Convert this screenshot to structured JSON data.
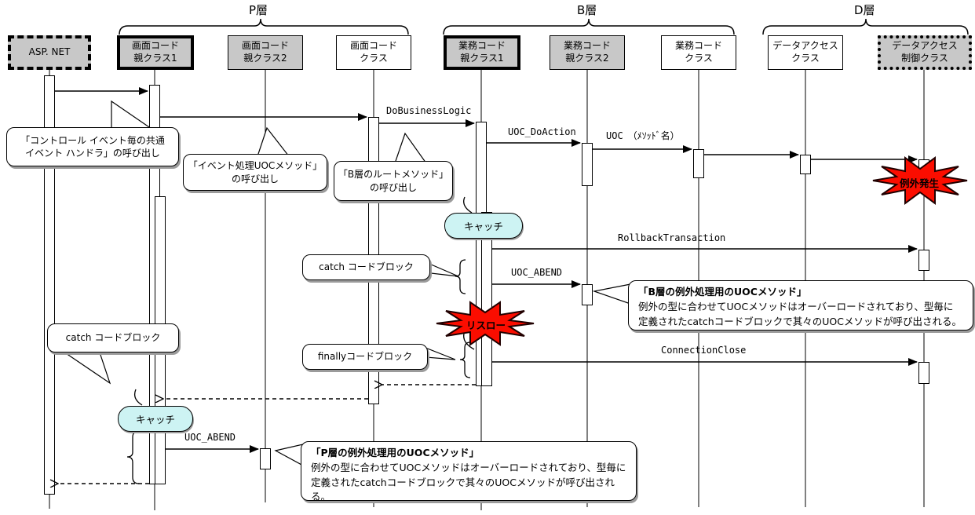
{
  "layers": [
    {
      "label": "P層"
    },
    {
      "label": "B層"
    },
    {
      "label": "D層"
    }
  ],
  "lifelines": [
    {
      "label": "ASP. NET"
    },
    {
      "label": "画面コード\n親クラス1"
    },
    {
      "label": "画面コード\n親クラス2"
    },
    {
      "label": "画面コード\nクラス"
    },
    {
      "label": "業務コード\n親クラス1"
    },
    {
      "label": "業務コード\n親クラス2"
    },
    {
      "label": "業務コード\nクラス"
    },
    {
      "label": "データアクセス\nクラス"
    },
    {
      "label": "データアクセス\n制御クラス"
    }
  ],
  "messages": [
    {
      "label": "DoBusinessLogic"
    },
    {
      "label": "UOC_DoAction"
    },
    {
      "label": "UOC　（ﾒｿｯﾄﾞ名）"
    },
    {
      "label": "RollbackTransaction"
    },
    {
      "label": "UOC_ABEND"
    },
    {
      "label": "ConnectionClose"
    },
    {
      "label": "UOC_ABEND"
    }
  ],
  "callouts": [
    {
      "text": "「コントロール イベント毎の共通\nイベント ハンドラ」の呼び出し"
    },
    {
      "text": "「イベント処理UOCメソッド」\nの呼び出し"
    },
    {
      "text": "「B層のルートメソッド」\nの呼び出し"
    },
    {
      "text": "catch コードブロック"
    },
    {
      "text": "finallyコードブロック"
    },
    {
      "text": "catch コードブロック"
    },
    {
      "title": "「B層の例外処理用のUOCメソッド」",
      "body": "例外の型に合わせてUOCメソッドはオーバーロードされており、型毎に\n定義されたcatchコードブロックで其々のUOCメソッドが呼び出される。"
    },
    {
      "title": "「P層の例外処理用のUOCメソッド」",
      "body": "例外の型に合わせてUOCメソッドはオーバーロードされており、型毎に\n定義されたcatchコードブロックで其々のUOCメソッドが呼び出される。"
    }
  ],
  "catch_bubbles": [
    {
      "label": "キャッチ"
    },
    {
      "label": "キャッチ"
    }
  ],
  "stars": [
    {
      "label": "例外発生"
    },
    {
      "label": "リスロー"
    }
  ],
  "colors": {
    "box_gray": "#c8c8c8",
    "catch_fill": "#cdf3f3",
    "star_red": "#fb0d00",
    "shadow_gray": "#9b9b9b",
    "line_black": "#000000"
  }
}
